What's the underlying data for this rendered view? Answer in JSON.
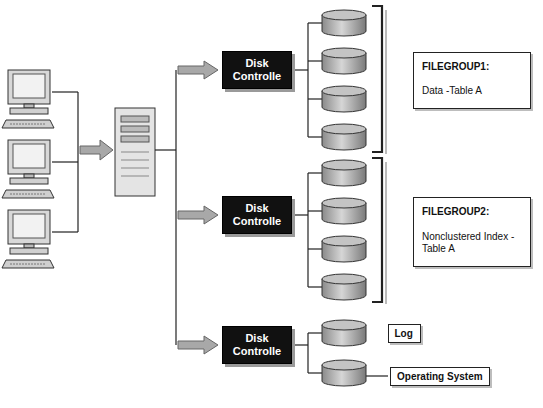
{
  "diagram": {
    "nodes": [
      {
        "text": [
          "Disk Controlle"
        ]
      },
      {
        "text": [
          "FILEGROUP1:",
          "Data -Table A"
        ]
      },
      {
        "text": [
          "Disk Controlle"
        ]
      },
      {
        "text": [
          "FILEGROUP2:",
          "Nonclustered Index - Table A"
        ]
      },
      {
        "text": [
          "Disk Controlle"
        ]
      },
      {
        "text": [
          "Log"
        ]
      },
      {
        "text": [
          "Operating System"
        ]
      }
    ]
  }
}
